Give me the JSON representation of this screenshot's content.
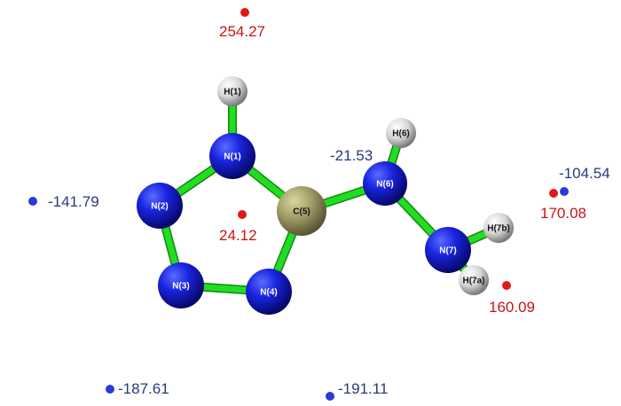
{
  "colors": {
    "bond": "#22dd22",
    "nitrogen": "#0a10d8",
    "carbon": "#9a9460",
    "hydrogen": "#d8d8d8",
    "point_red": "#e01818",
    "point_blue": "#2a3ad8",
    "value_red": "#c81414",
    "value_blue": "#2a3a78",
    "label_on_dark": "#ffffff",
    "label_on_light": "#111111"
  },
  "atoms": [
    {
      "id": "H1",
      "label": "H(1)",
      "element": "H"
    },
    {
      "id": "N1",
      "label": "N(1)",
      "element": "N"
    },
    {
      "id": "N2",
      "label": "N(2)",
      "element": "N"
    },
    {
      "id": "N3",
      "label": "N(3)",
      "element": "N"
    },
    {
      "id": "N4",
      "label": "N(4)",
      "element": "N"
    },
    {
      "id": "C5",
      "label": "C(5)",
      "element": "C"
    },
    {
      "id": "N6",
      "label": "N(6)",
      "element": "N"
    },
    {
      "id": "H6",
      "label": "H(6)",
      "element": "H"
    },
    {
      "id": "N7",
      "label": "N(7)",
      "element": "N"
    },
    {
      "id": "H7b",
      "label": "H(7b)",
      "element": "H"
    },
    {
      "id": "H7a",
      "label": "H(7a)",
      "element": "H"
    }
  ],
  "bonds": [
    [
      "N1",
      "H1"
    ],
    [
      "N1",
      "N2"
    ],
    [
      "N2",
      "N3"
    ],
    [
      "N3",
      "N4"
    ],
    [
      "N4",
      "C5"
    ],
    [
      "C5",
      "N1"
    ],
    [
      "C5",
      "N6"
    ],
    [
      "N6",
      "H6"
    ],
    [
      "N6",
      "N7"
    ],
    [
      "N7",
      "H7b"
    ],
    [
      "N7",
      "H7a"
    ]
  ],
  "points": [
    {
      "id": "p-254-27",
      "value": "254.27",
      "color": "red"
    },
    {
      "id": "p-24-12",
      "value": "24.12",
      "color": "red"
    },
    {
      "id": "p-170-08",
      "value": "170.08",
      "color": "red"
    },
    {
      "id": "p-160-09",
      "value": "160.09",
      "color": "red"
    },
    {
      "id": "p-141-79",
      "value": "-141.79",
      "color": "blue"
    },
    {
      "id": "p-104-54",
      "value": "-104.54",
      "color": "blue"
    },
    {
      "id": "p-187-61",
      "value": "-187.61",
      "color": "blue"
    },
    {
      "id": "p-191-11",
      "value": "-191.11",
      "color": "blue"
    },
    {
      "id": "p-21-53",
      "value": "-21.53",
      "color": "blue"
    }
  ]
}
